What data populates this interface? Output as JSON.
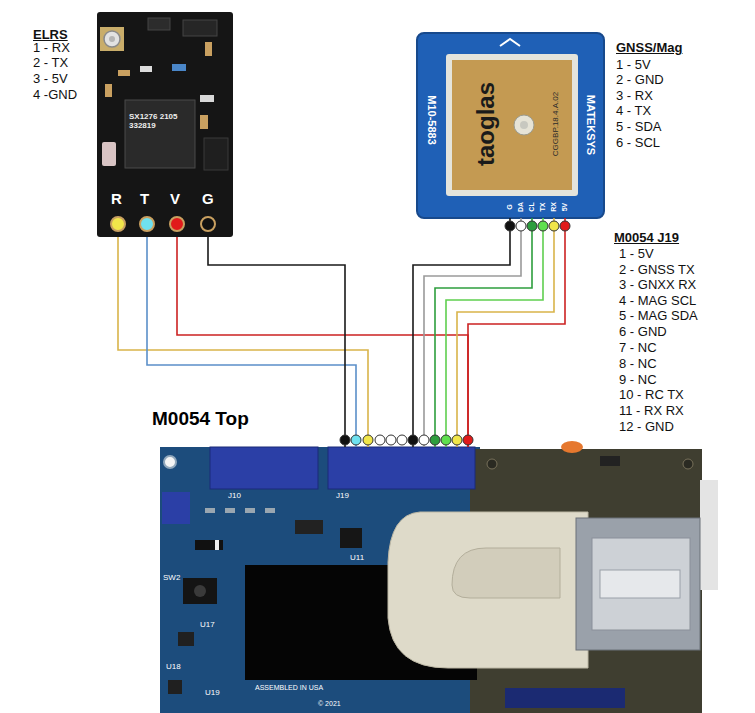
{
  "diagram": {
    "nodes": [
      {
        "text": [
          "SX1276 2105 332819",
          "R",
          "T",
          "V",
          "G"
        ]
      },
      {
        "text": [
          "taoglas",
          "CGGBP.18.4.A.02",
          "M10-5883",
          "MATEKSYS",
          "G",
          "DA",
          "CL",
          "TX",
          "RX",
          "5V"
        ]
      },
      {
        "text": [
          "M0054 Top",
          "J10",
          "J19",
          "U11",
          "SW2",
          "U17",
          "U18",
          "U19",
          "ASSEMBLED IN USA",
          "© 2021"
        ]
      }
    ],
    "edges": [
      {
        "from": 0,
        "to": 2,
        "arrow": "none"
      },
      {
        "from": 0,
        "to": 2,
        "arrow": "none"
      },
      {
        "from": 0,
        "to": 2,
        "arrow": "none"
      },
      {
        "from": 0,
        "to": 2,
        "arrow": "none"
      },
      {
        "from": 1,
        "to": 2,
        "arrow": "none"
      },
      {
        "from": 1,
        "to": 2,
        "arrow": "none"
      },
      {
        "from": 1,
        "to": 2,
        "arrow": "none"
      },
      {
        "from": 1,
        "to": 2,
        "arrow": "none"
      },
      {
        "from": 1,
        "to": 2,
        "arrow": "none"
      },
      {
        "from": 1,
        "to": 2,
        "arrow": "none"
      }
    ],
    "labels": [
      "ELRS",
      "1 - RX",
      "2 - TX",
      "3 - 5V",
      "4 -GND",
      "GNSS/Mag",
      "1 - 5V",
      "2 - GND",
      "3 - RX",
      "4 - TX",
      "5 - SDA",
      "6 - SCL",
      "M0054 J19",
      "1 - 5V",
      "2 - GNSS TX",
      "3 - GNXX RX",
      "4 - MAG SCL",
      "5 - MAG SDA",
      "6 - GND",
      "7 - NC",
      "8 - NC",
      "9 - NC",
      "10 - RC TX",
      "11 - RX RX",
      "12 - GND"
    ]
  }
}
